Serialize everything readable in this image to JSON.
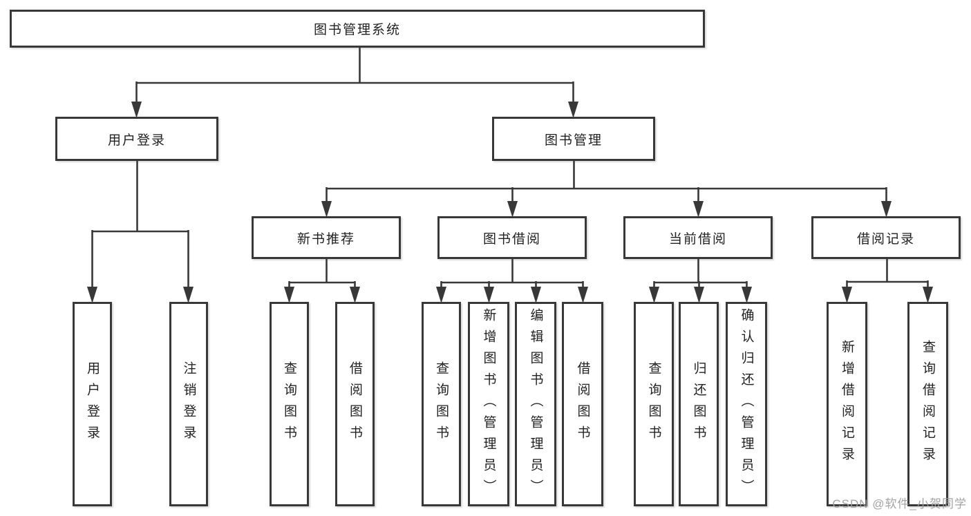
{
  "watermark": {
    "text": "CSDN @软件_小贺同学"
  },
  "colors": {
    "line": "#383838",
    "border": "#383838",
    "text": "#222222",
    "background": "#ffffff",
    "watermark": "#9e9e9e"
  },
  "tree": {
    "label": "图书管理系统",
    "children": [
      {
        "label": "用户登录",
        "children": [
          {
            "label": "用户登录"
          },
          {
            "label": "注销登录"
          }
        ]
      },
      {
        "label": "图书管理",
        "children": [
          {
            "label": "新书推荐",
            "children": [
              {
                "label": "查询图书"
              },
              {
                "label": "借阅图书"
              }
            ]
          },
          {
            "label": "图书借阅",
            "children": [
              {
                "label": "查询图书"
              },
              {
                "label": "新增图书（管理员）"
              },
              {
                "label": "编辑图书（管理员）"
              },
              {
                "label": "借阅图书"
              }
            ]
          },
          {
            "label": "当前借阅",
            "children": [
              {
                "label": "查询图书"
              },
              {
                "label": "归还图书"
              },
              {
                "label": "确认归还（管理员）"
              }
            ]
          },
          {
            "label": "借阅记录",
            "children": [
              {
                "label": "新增借阅记录"
              },
              {
                "label": "查询借阅记录"
              }
            ]
          }
        ]
      }
    ]
  }
}
